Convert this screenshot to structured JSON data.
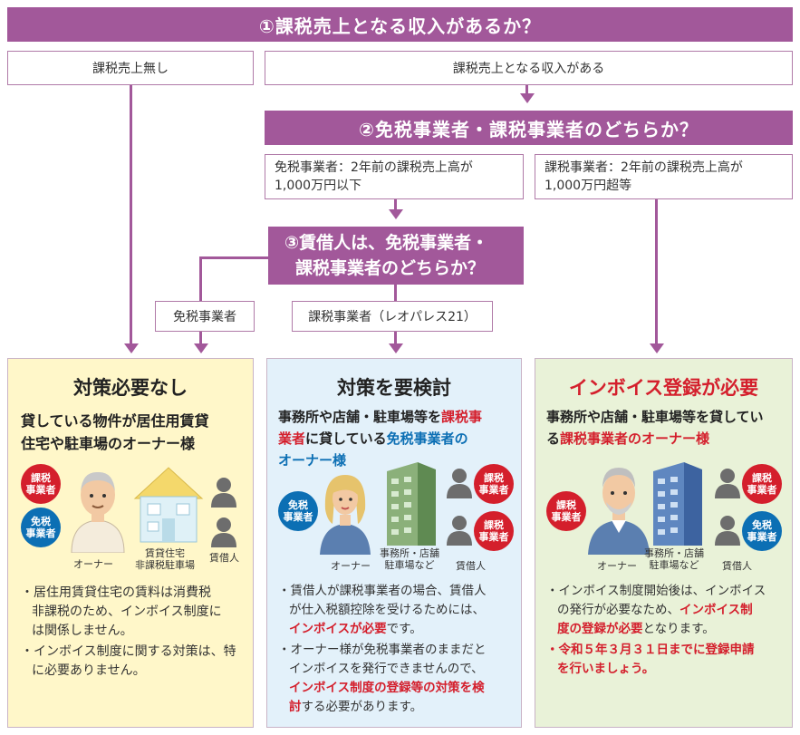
{
  "step1": {
    "title": "①課税売上となる収入があるか？"
  },
  "branch_no": {
    "label": "課税売上無し"
  },
  "branch_yes": {
    "label": "課税売上となる収入がある"
  },
  "step2": {
    "title": "②免税事業者・課税事業者のどちらか？"
  },
  "exempt_box": {
    "line1": "免税事業者：2年前の課税売上高が",
    "line2": "1,000万円以下"
  },
  "taxable_box": {
    "line1": "課税事業者：2年前の課税売上高が",
    "line2": "1,000万円超等"
  },
  "step3": {
    "line1": "③賃借人は、免税事業者・",
    "line2": "課税事業者のどちらか？"
  },
  "tenant_exempt": {
    "label": "免税事業者"
  },
  "tenant_taxable": {
    "label": "課税事業者（レオパレス21）"
  },
  "panel1": {
    "title": "対策必要なし",
    "subtitle_line1": "貸している物件が居住用賃貸",
    "subtitle_line2": "住宅や駐車場のオーナー様",
    "badge_taxable": "課税\n事業者",
    "badge_exempt": "免税\n事業者",
    "owner_caption": "オーナー",
    "property_caption_line1": "賃貸住宅",
    "property_caption_line2": "非課税駐車場",
    "tenant_caption": "賃借人",
    "bullet1_a": "・居住用賃貸住宅の賃料は消費税",
    "bullet1_b": "非課税のため、インボイス制度に",
    "bullet1_c": "は関係しません。",
    "bullet2_a": "・インボイス制度に関する対策は、特",
    "bullet2_b": "に必要ありません。"
  },
  "panel2": {
    "title": "対策を要検討",
    "sub_a": "事務所や店舗・駐車場等を",
    "sub_b": "課税事",
    "sub_c": "業者",
    "sub_d": "に貸している",
    "sub_e": "免税事業者の",
    "sub_f": "オーナー様",
    "badge_exempt": "免税\n事業者",
    "badge_taxable": "課税\n事業者",
    "owner_caption": "オーナー",
    "property_caption_line1": "事務所・店舗",
    "property_caption_line2": "駐車場など",
    "tenant_caption": "賃借人",
    "b1_a": "・賃借人が課税事業者の場合、賃借人",
    "b1_b": "が仕入税額控除を受けるためには、",
    "b1_c": "インボイスが必要",
    "b1_d": "です。",
    "b2_a": "・オーナー様が免税事業者のままだと",
    "b2_b": "インボイスを発行できませんので、",
    "b2_c": "インボイス制度の登録等の対策を検",
    "b2_d": "討",
    "b2_e": "する必要があります。"
  },
  "panel3": {
    "title": "インボイス登録が必要",
    "sub_a": "事務所や店舗・駐車場等を貸してい",
    "sub_b": "る",
    "sub_c": "課税事業者のオーナー様",
    "badge_taxable": "課税\n事業者",
    "badge_exempt": "免税\n事業者",
    "owner_caption": "オーナー",
    "property_caption_line1": "事務所・店舗",
    "property_caption_line2": "駐車場など",
    "tenant_caption": "賃借人",
    "b1_a": "・インボイス制度開始後は、インボイス",
    "b1_b": "の発行が必要なため、",
    "b1_c": "インボイス制",
    "b1_d": "度の登録が必要",
    "b1_e": "となります。",
    "b2_a": "・令和５年３月３１日までに登録申請",
    "b2_b": "を行いましょう。"
  },
  "colors": {
    "band": "#a2589a",
    "panel1_bg": "#fff7c9",
    "panel2_bg": "#e3f1fa",
    "panel3_bg": "#e9f2d8",
    "red": "#d41f2c",
    "blue": "#0c6fb4"
  }
}
